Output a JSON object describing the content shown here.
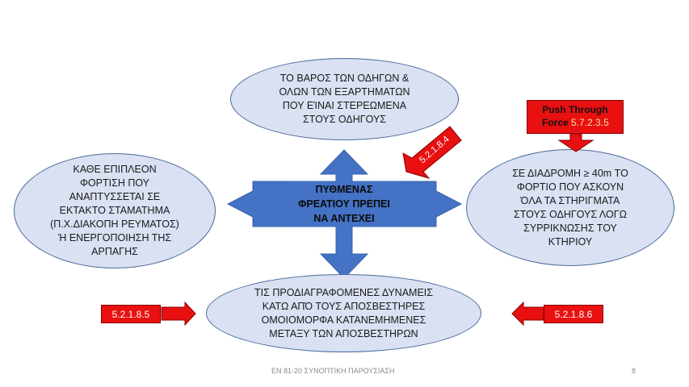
{
  "top_ellipse": {
    "text": "ΤΟ ΒΑΡΟΣ ΤΩΝ ΟΔΗΓΩΝ &\nΟΛΩΝ ΤΩΝ ΕΞΑΡΤΗΜΑΤΩΝ\nΠΟΥ ΕΊΝΑΙ ΣΤΕΡΕΩΜΕΝΑ\nΣΤΟΥΣ ΟΔΗΓΟΥΣ"
  },
  "left_ellipse": {
    "text": "ΚΑΘΕ ΕΠΙΠΛΕΟΝ\nΦΟΡΤΙΣΗ ΠΟΥ\nΑΝΑΠΤΥΣΣΕΤΑΙ ΣΕ\nΕΚΤΑΚΤΟ ΣΤΑΜΑΤΗΜΑ\n(Π.Χ.ΔΙΑΚΟΠΗ ΡΕΥΜΑΤΟΣ)\nΉ ΕΝΕΡΓΟΠΟΙΗΣΗ ΤΗΣ\nΑΡΠΑΓΗΣ"
  },
  "right_ellipse": {
    "text": "ΣΕ ΔΙΑΔΡΟΜΗ ≥ 40m ΤΟ\nΦΟΡΤΙΟ ΠΟΥ ΑΣΚΟΥΝ\nΌΛΑ ΤΑ ΣΤΗΡΙΓΜΑΤΑ\nΣΤΟΥΣ ΟΔΗΓΟΥΣ ΛΟΓΩ\nΣΥΡΡΙΚΝΩΣΗΣ ΤΟΥ\nΚΤΗΡΙΟΥ"
  },
  "bottom_ellipse": {
    "text": "ΤΙΣ ΠΡΟΔΙΑΓΡΑΦΟΜΕΝΕΣ ΔΥΝΑΜΕΙΣ\nΚΑΤΩ ΑΠΌ ΤΟΥΣ ΑΠΟΣΒΕΣΤΗΡΕΣ\nΟΜΟΙΟΜΟΡΦΑ ΚΑΤΑΝΕΜΗΜΕΝΕΣ\nΜΕΤΑΞΥ ΤΩΝ ΑΠΟΣΒΕΣΤΗΡΩΝ"
  },
  "center": {
    "text": "ΠΥΘΜΕΝΑΣ\nΦΡΕΑΤΙΟΥ ΠΡΕΠΕΙ\nΝΑ ΑΝΤΕΧΕΙ"
  },
  "push_through": {
    "label": "Push Through",
    "label2": "Force",
    "ref": "5.7.2.3.5"
  },
  "tags": {
    "top": "5.2.1.8.4",
    "left": "5.2.1.8.5",
    "right": "5.2.1.8.6"
  },
  "footer": {
    "title": "ΕΝ 81-20 ΣΥΝΟΠΤΙΚΗ ΠΑΡΟΥΣΙΑΣΗ",
    "page": "8"
  },
  "colors": {
    "ellipse_fill": "#d9e1f2",
    "ellipse_border": "#4a6a9b",
    "arrow_blue": "#4472c4",
    "tag_red": "#e81010"
  }
}
